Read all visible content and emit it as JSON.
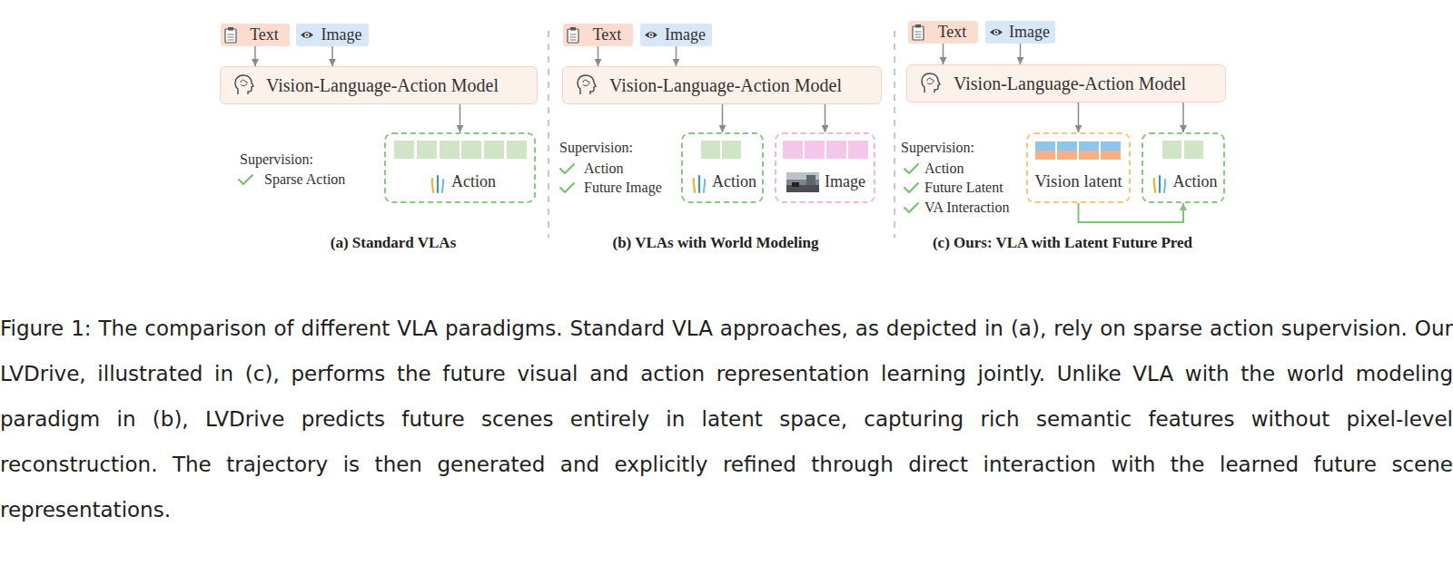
{
  "diagram": {
    "caption": "Figure 1: The comparison of different VLA paradigms. Standard VLA approaches, as depicted in (a), rely on sparse action supervision. Our LVDrive, illustrated in (c), performs the future visual and action representation learning jointly. Unlike VLA with the world modeling paradigm in (b), LVDrive predicts future scenes entirely in latent space, capturing rich semantic features without pixel-level reconstruction. The trajectory is then generated and explicitly refined through direct interaction with the learned future scene representations.",
    "nodes": [
      {
        "text": [
          "Text"
        ]
      },
      {
        "text": [
          "Image"
        ]
      },
      {
        "text": [
          "Vision-Language-Action Model"
        ]
      },
      {
        "text": [
          "Action"
        ]
      },
      {
        "text": [
          "Text"
        ]
      },
      {
        "text": [
          "Image"
        ]
      },
      {
        "text": [
          "Vision-Language-Action Model"
        ]
      },
      {
        "text": [
          "Action"
        ]
      },
      {
        "text": [
          "Image"
        ]
      },
      {
        "text": [
          "Text"
        ]
      },
      {
        "text": [
          "Image"
        ]
      },
      {
        "text": [
          "Vision-Language-Action Model"
        ]
      },
      {
        "text": [
          "Vision latent"
        ]
      },
      {
        "text": [
          "Action"
        ]
      }
    ],
    "edges": [
      {
        "from": 0,
        "to": 2,
        "arrow": "to"
      },
      {
        "from": 1,
        "to": 2,
        "arrow": "to"
      },
      {
        "from": 2,
        "to": 3,
        "arrow": "to"
      },
      {
        "from": 4,
        "to": 6,
        "arrow": "to"
      },
      {
        "from": 5,
        "to": 6,
        "arrow": "to"
      },
      {
        "from": 6,
        "to": 7,
        "arrow": "to"
      },
      {
        "from": 6,
        "to": 8,
        "arrow": "to"
      },
      {
        "from": 9,
        "to": 11,
        "arrow": "to"
      },
      {
        "from": 10,
        "to": 11,
        "arrow": "to"
      },
      {
        "from": 11,
        "to": 12,
        "arrow": "to"
      },
      {
        "from": 11,
        "to": 13,
        "arrow": "to"
      },
      {
        "from": 12,
        "to": 13,
        "arrow": "to"
      }
    ],
    "labels": [
      "Supervision:",
      "Sparse Action",
      "(a) Standard VLAs",
      "Supervision:",
      "Action",
      "Future Image",
      "(b) VLAs with World Modeling",
      "Supervision:",
      "Action",
      "Future Latent",
      "VA Interaction",
      "(c) Ours: VLA with Latent Future Pred"
    ]
  }
}
